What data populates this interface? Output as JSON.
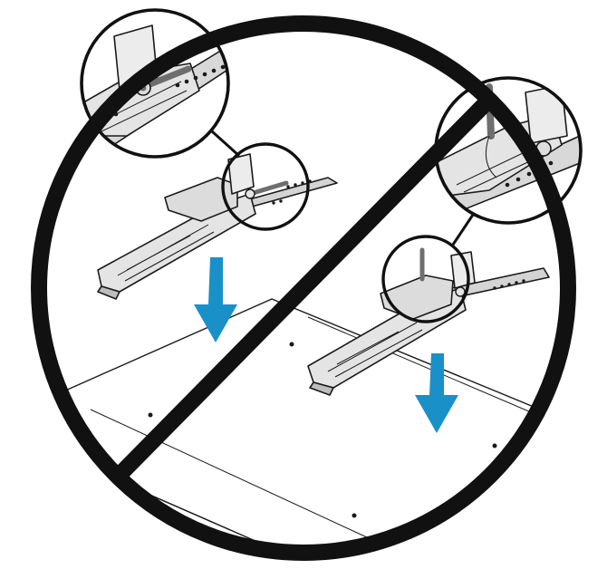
{
  "colors": {
    "symbol": "#111111",
    "arrow": "#1a90c8",
    "part_fill": "#e4e4e4",
    "part_shade": "#bdbdbd",
    "lever": "#6e6e6e",
    "surface_shade": "#d9d9d9",
    "background": "#ffffff"
  },
  "icons": {
    "prohibition": "prohibition-icon",
    "down_arrow": "arrow-down-icon",
    "magnifier": "magnifier-callout-icon"
  },
  "illustration": {
    "left_bracket": {
      "orientation": "lever-horizontal",
      "arrow": "down"
    },
    "right_bracket": {
      "orientation": "lever-vertical",
      "arrow": "down"
    }
  }
}
